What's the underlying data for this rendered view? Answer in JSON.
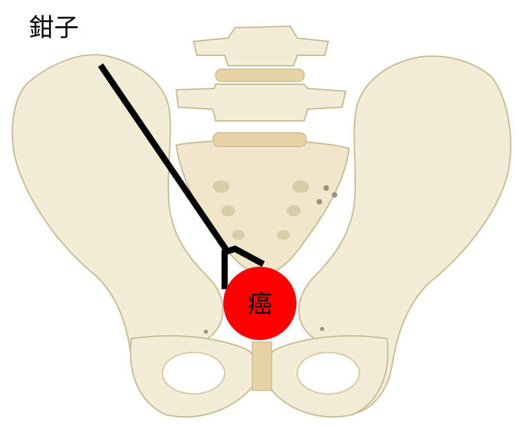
{
  "forceps_label": "鉗子",
  "tumor_label": "癌",
  "colors": {
    "bone": "#f3ecd6",
    "bone_shade": "#ddd1b0",
    "bone_outline": "#c9bb95",
    "disc": "#e7d3a6",
    "instrument": "#000000",
    "tumor": "#ff0000",
    "text": "#000000"
  },
  "icons": {
    "pelvis": "pelvis-illustration",
    "forceps": "forceps-instrument",
    "tumor": "tumor-marker"
  }
}
